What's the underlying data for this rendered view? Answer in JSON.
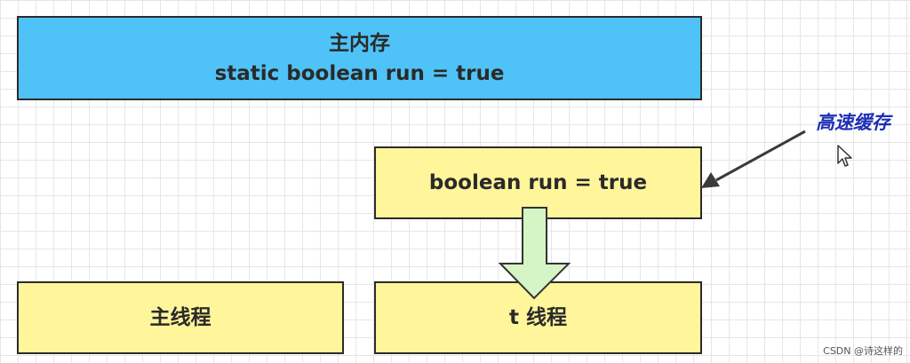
{
  "main_memory": {
    "title": "主内存",
    "code": "static boolean run = true"
  },
  "cache": {
    "code": "boolean run = true",
    "callout_label": "高速缓存"
  },
  "threads": {
    "main_label": "主线程",
    "t_label": "t 线程"
  },
  "watermark": "CSDN @诗这样的",
  "colors": {
    "main_memory_fill": "#4fc3f7",
    "box_fill": "#fff59a",
    "arrow_fill": "#d6f5c6",
    "callout_text": "#1d2fb4"
  }
}
